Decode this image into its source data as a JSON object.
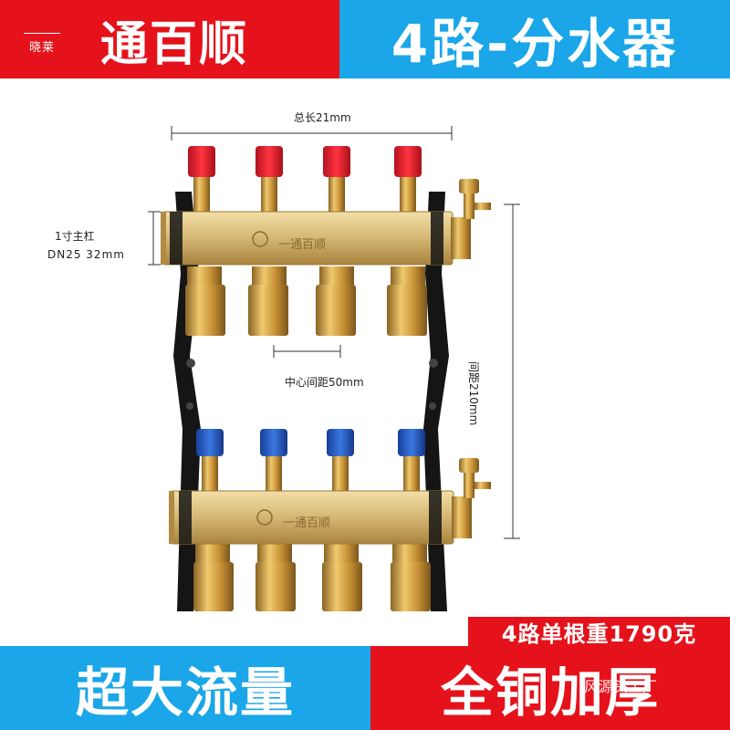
{
  "banner": {
    "brand_small": "晓莱",
    "brand_big": "通百顺",
    "title": "4路-分水器"
  },
  "dimensions": {
    "total_length": "总长21mm",
    "main_pipe_line1": "1寸主杠",
    "main_pipe_line2": "DN25  32mm",
    "center_spacing": "中心间距50mm",
    "spacing": "间距210mm"
  },
  "product": {
    "logo_text": "一通百顺"
  },
  "weight_label": "4路单根重1790克",
  "footer": {
    "left": "超大流量",
    "right": "全铜加厚",
    "watermark": "风源头工厂"
  },
  "colors": {
    "red": "#e5121b",
    "blue": "#1aa6e8",
    "brass": "#c9a45a"
  }
}
